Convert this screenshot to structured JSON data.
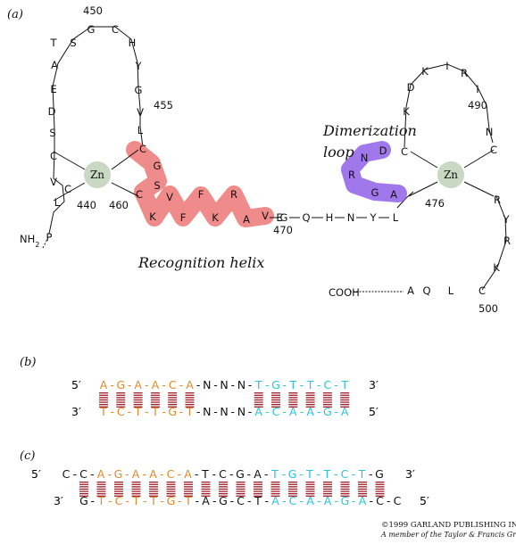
{
  "panels": {
    "a": "(a)",
    "b": "(b)",
    "c": "(c)"
  },
  "colors": {
    "helix": "#f08b8b",
    "loop": "#a178ec",
    "zinc": "#c9d8c3",
    "orange": "#e08a2a",
    "cyan": "#29c5d9",
    "pair": "#a01e2a"
  },
  "finger1": {
    "zinc_label": "Zn",
    "residues": [
      "S",
      "G",
      "C",
      "H",
      "Y",
      "G",
      "V",
      "L",
      "T",
      "A",
      "E",
      "D",
      "S",
      "C",
      "V",
      "L",
      "C",
      "P"
    ],
    "helix_residues": [
      "C",
      "G",
      "S",
      "C",
      "K",
      "V",
      "F",
      "F",
      "K",
      "R",
      "A",
      "V",
      "E"
    ],
    "numbers": {
      "n450": "450",
      "n455": "455",
      "n440": "440",
      "n460": "460",
      "n470": "470"
    },
    "nh2": "NH",
    "nh2_sub": "2"
  },
  "linker": [
    "G",
    "Q",
    "H",
    "N",
    "Y",
    "L"
  ],
  "finger2": {
    "zinc_label": "Zn",
    "residues": [
      "D",
      "K",
      "I",
      "R",
      "I",
      "K",
      "N",
      "C",
      "C",
      "R",
      "Y",
      "R",
      "K",
      "C",
      "L",
      "Q",
      "A"
    ],
    "loop_residues": [
      "N",
      "D",
      "R",
      "G",
      "A"
    ],
    "numbers": {
      "n490": "490",
      "n476": "476",
      "n500": "500"
    },
    "cooh": "COOH"
  },
  "labels": {
    "recognition": "Recognition helix",
    "dim1": "Dimerization",
    "dim2": "loop"
  },
  "dna_b": {
    "top_left": "5′",
    "top_right": "3′",
    "bot_left": "3′",
    "bot_right": "5′",
    "top": [
      [
        "A",
        "o"
      ],
      [
        "G",
        "o"
      ],
      [
        "A",
        "o"
      ],
      [
        "A",
        "o"
      ],
      [
        "C",
        "o"
      ],
      [
        "A",
        "o"
      ],
      [
        "N",
        "k"
      ],
      [
        "N",
        "k"
      ],
      [
        "N",
        "k"
      ],
      [
        "T",
        "c"
      ],
      [
        "G",
        "c"
      ],
      [
        "T",
        "c"
      ],
      [
        "T",
        "c"
      ],
      [
        "C",
        "c"
      ],
      [
        "T",
        "c"
      ]
    ],
    "bottom": [
      [
        "T",
        "o"
      ],
      [
        "C",
        "o"
      ],
      [
        "T",
        "o"
      ],
      [
        "T",
        "o"
      ],
      [
        "G",
        "o"
      ],
      [
        "T",
        "o"
      ],
      [
        "N",
        "k"
      ],
      [
        "N",
        "k"
      ],
      [
        "N",
        "k"
      ],
      [
        "A",
        "c"
      ],
      [
        "C",
        "c"
      ],
      [
        "A",
        "c"
      ],
      [
        "A",
        "c"
      ],
      [
        "G",
        "c"
      ],
      [
        "A",
        "c"
      ]
    ]
  },
  "dna_c": {
    "top_left": "5′",
    "top_right": "3′",
    "bot_left": "3′",
    "bot_right": "5′",
    "top": [
      [
        "C",
        "k"
      ],
      [
        "C",
        "k"
      ],
      [
        "A",
        "o"
      ],
      [
        "G",
        "o"
      ],
      [
        "A",
        "o"
      ],
      [
        "A",
        "o"
      ],
      [
        "C",
        "o"
      ],
      [
        "A",
        "o"
      ],
      [
        "T",
        "k"
      ],
      [
        "C",
        "k"
      ],
      [
        "G",
        "k"
      ],
      [
        "A",
        "k"
      ],
      [
        "T",
        "c"
      ],
      [
        "G",
        "c"
      ],
      [
        "T",
        "c"
      ],
      [
        "T",
        "c"
      ],
      [
        "C",
        "c"
      ],
      [
        "T",
        "c"
      ],
      [
        "G",
        "k"
      ]
    ],
    "bottom": [
      [
        "G",
        "k"
      ],
      [
        "T",
        "o"
      ],
      [
        "C",
        "o"
      ],
      [
        "T",
        "o"
      ],
      [
        "T",
        "o"
      ],
      [
        "G",
        "o"
      ],
      [
        "T",
        "o"
      ],
      [
        "A",
        "k"
      ],
      [
        "G",
        "k"
      ],
      [
        "C",
        "k"
      ],
      [
        "T",
        "k"
      ],
      [
        "A",
        "c"
      ],
      [
        "C",
        "c"
      ],
      [
        "A",
        "c"
      ],
      [
        "A",
        "c"
      ],
      [
        "G",
        "c"
      ],
      [
        "A",
        "c"
      ],
      [
        "C",
        "k"
      ],
      [
        "C",
        "k"
      ]
    ]
  },
  "copyright": {
    "line1": "©1999 GARLAND PUBLISHING INC.",
    "line2": "A member of the Taylor & Francis Group"
  }
}
